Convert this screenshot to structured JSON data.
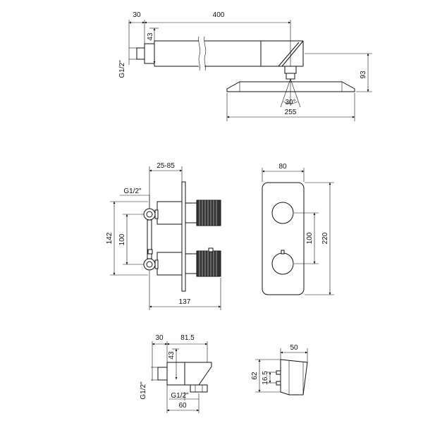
{
  "shower_arm": {
    "depth_label": "30",
    "length_label": "400",
    "height_label": "43",
    "thread_label": "G1/2\"",
    "drop_label": "93",
    "angle_label": "30°",
    "head_width_label": "255"
  },
  "mixer_side": {
    "depth_label": "25-85",
    "thread_label": "G1/2\"",
    "outer_height_label": "142",
    "inner_height_label": "100",
    "total_depth_label": "137"
  },
  "mixer_front": {
    "width_label": "80",
    "spacing_label": "100",
    "height_label": "220"
  },
  "wall_outlet": {
    "depth_label": "30",
    "length_label": "81.5",
    "height_label": "43",
    "thread_label": "G1/2\"",
    "lower_thread_label": "G1/2\"",
    "width_label": "60"
  },
  "holder": {
    "width_label": "50",
    "height_label": "62",
    "spacing_label": "16.5"
  }
}
